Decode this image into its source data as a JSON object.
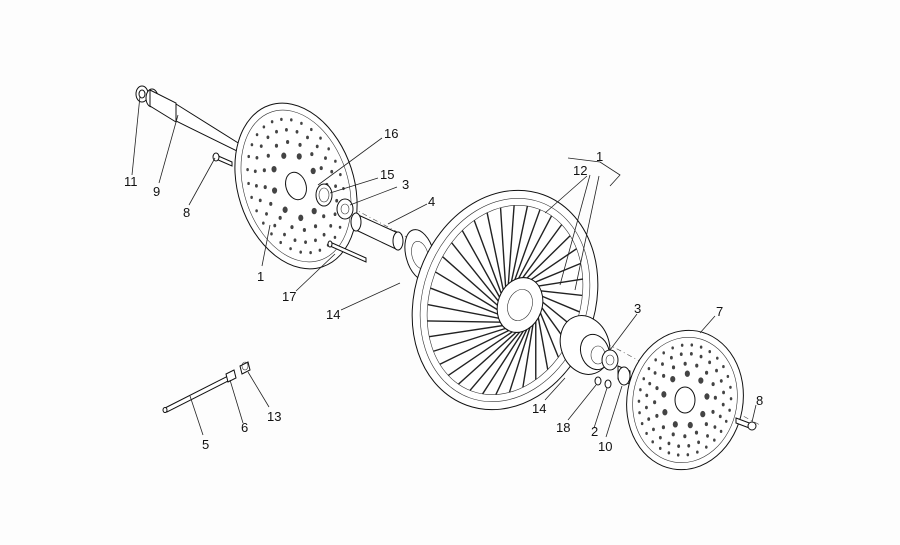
{
  "diagram": {
    "callouts": [
      {
        "id": "c11",
        "text": "11"
      },
      {
        "id": "c9",
        "text": "9"
      },
      {
        "id": "c8a",
        "text": "8"
      },
      {
        "id": "c1a",
        "text": "1"
      },
      {
        "id": "c16",
        "text": "16"
      },
      {
        "id": "c15",
        "text": "15"
      },
      {
        "id": "c3a",
        "text": "3"
      },
      {
        "id": "c4",
        "text": "4"
      },
      {
        "id": "c17",
        "text": "17"
      },
      {
        "id": "c14a",
        "text": "14"
      },
      {
        "id": "c12",
        "text": "12"
      },
      {
        "id": "c1b",
        "text": "1"
      },
      {
        "id": "c3b",
        "text": "3"
      },
      {
        "id": "c7",
        "text": "7"
      },
      {
        "id": "c8b",
        "text": "8"
      },
      {
        "id": "c14b",
        "text": "14"
      },
      {
        "id": "c18",
        "text": "18"
      },
      {
        "id": "c2",
        "text": "2"
      },
      {
        "id": "c10",
        "text": "10"
      },
      {
        "id": "c5",
        "text": "5"
      },
      {
        "id": "c6",
        "text": "6"
      },
      {
        "id": "c13",
        "text": "13"
      }
    ]
  }
}
